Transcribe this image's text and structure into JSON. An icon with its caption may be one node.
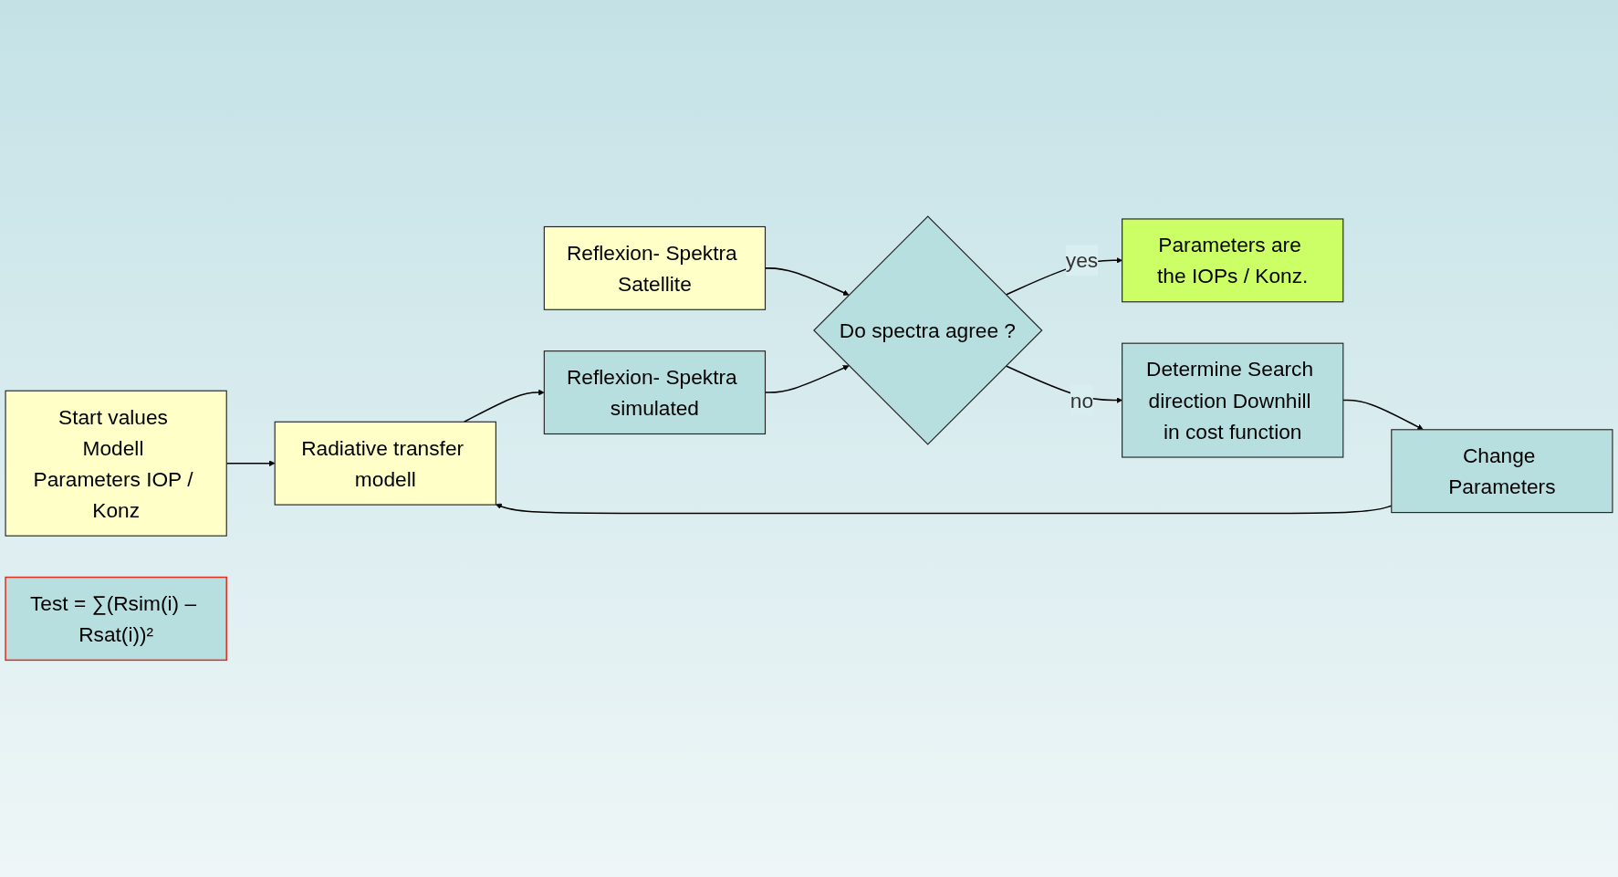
{
  "diagram": {
    "nodes": [
      {
        "text": [
          "Start values Modell Parameters IOP / Konz"
        ]
      },
      {
        "text": [
          "Reflexion- Spektra Satellite"
        ]
      },
      {
        "text": [
          "Radiative transfer modell"
        ]
      },
      {
        "text": [
          "Reflexion- Spektra simulated"
        ]
      },
      {
        "text": [
          "Do spectra agree ?"
        ]
      },
      {
        "text": [
          "Parameters are the IOPs / Konz."
        ]
      },
      {
        "text": [
          "Change Parameters"
        ]
      },
      {
        "text": [
          "Determine Search direction Downhill in cost function"
        ]
      },
      {
        "text": [
          "Test = ∑(Rsim(i) – Rsat(i))²"
        ]
      }
    ],
    "edges": [
      {
        "from": 0,
        "to": 2,
        "arrow": "to"
      },
      {
        "from": 1,
        "to": 4,
        "arrow": "to"
      },
      {
        "from": 2,
        "to": 3,
        "arrow": "to"
      },
      {
        "from": 3,
        "to": 4,
        "arrow": "to"
      },
      {
        "from": 4,
        "to": 5,
        "label": "yes",
        "arrow": "to"
      },
      {
        "from": 4,
        "to": 7,
        "label": "no",
        "arrow": "to"
      },
      {
        "from": 7,
        "to": 6,
        "arrow": "to"
      },
      {
        "from": 6,
        "to": 2,
        "arrow": "to"
      }
    ]
  }
}
